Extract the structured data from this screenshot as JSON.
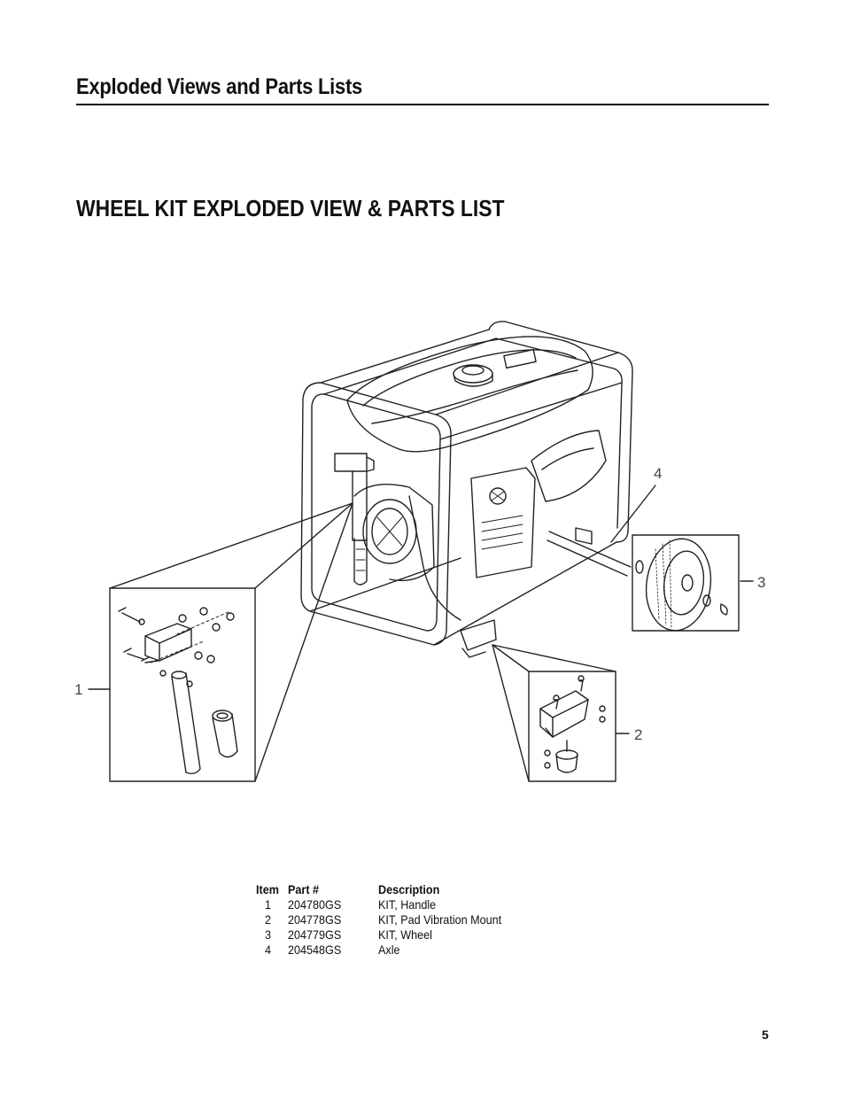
{
  "header": {
    "section_title": "Exploded Views and Parts Lists"
  },
  "page_title": "WHEEL KIT EXPLODED VIEW & PARTS LIST",
  "diagram": {
    "callouts": [
      "1",
      "2",
      "3",
      "4"
    ]
  },
  "parts_table": {
    "headers": {
      "item": "Item",
      "part": "Part #",
      "description": "Description"
    },
    "rows": [
      {
        "item": "1",
        "part": "204780GS",
        "description": "KIT, Handle"
      },
      {
        "item": "2",
        "part": "204778GS",
        "description": "KIT, Pad Vibration Mount"
      },
      {
        "item": "3",
        "part": "204779GS",
        "description": "KIT, Wheel"
      },
      {
        "item": "4",
        "part": "204548GS",
        "description": "Axle"
      }
    ]
  },
  "footer": {
    "page_number": "5"
  }
}
